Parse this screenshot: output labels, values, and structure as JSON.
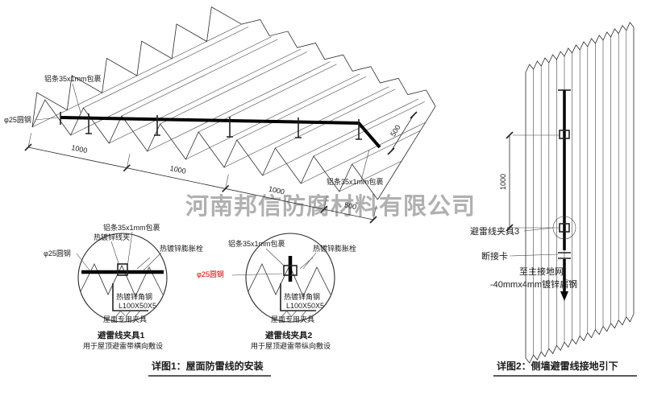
{
  "watermark": {
    "text": "河南邦信防腐材料有限公司"
  },
  "roof": {
    "labels": {
      "aluminum_strip_top": "铝条35x1mm包裹",
      "round_steel": "φ25圆钢",
      "aluminum_strip_right": "铝条35x1mm包裹"
    },
    "dims": {
      "d1": "1000",
      "d2": "1000",
      "d3": "1000",
      "d4": "500",
      "d_side": "500"
    }
  },
  "details": {
    "clamp1": {
      "wire_clip": "热镀锌线夹",
      "aluminum_strip": "铝条35x1mm包裹",
      "expansion_bolt": "热镀锌膨胀栓",
      "round_steel": "φ25圆钢",
      "angle_steel": "热镀锌角钢",
      "angle_size": "L100X50X5",
      "roof_fixture": "屋面专用夹具",
      "title": "避雷线夹具1",
      "subtitle": "用于屋顶避雷带横向敷设"
    },
    "clamp2": {
      "aluminum_strip": "铝条35x1mm包裹",
      "expansion_bolt": "热镀锌膨胀栓",
      "round_steel": "φ25圆钢",
      "angle_steel": "热镀锌角钢",
      "angle_size": "L100X50X5",
      "roof_fixture": "屋面专用夹具",
      "title": "避雷线夹具2",
      "subtitle": "用于屋顶避雷带纵向敷设"
    }
  },
  "wall": {
    "labels": {
      "clamp3": "避雷线夹具3",
      "disconnect": "断接卡",
      "to_ground": "至主接地网",
      "flat_steel": "-40mmx4mm镀锌扁钢"
    },
    "dim": "1000"
  },
  "captions": {
    "detail1": "详图1：屋面防雷线的安装",
    "detail2": "详图2：侧墙避雷线接地引下"
  },
  "colors": {
    "line": "#2a2a2a",
    "conductor": "#000000",
    "accent_red": "#cc0000",
    "watermark": "#a3a3a3"
  }
}
